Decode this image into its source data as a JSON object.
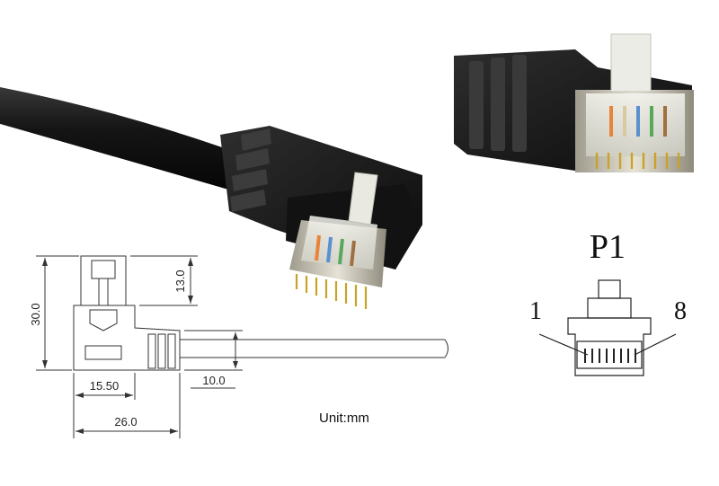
{
  "drawing": {
    "dim_height": "30.0",
    "dim_plug": "13.0",
    "dim_cable": "10.0",
    "dim_width_a": "15.50",
    "dim_width_b": "26.0",
    "unit": "Unit:mm"
  },
  "pinout": {
    "title": "P1",
    "pin_first": "1",
    "pin_last": "8"
  },
  "colors": {
    "cable": "#141414",
    "boot": "#1c1c1c",
    "shield": "#c8c4b4",
    "gold": "#c9a227",
    "line": "#333333"
  }
}
